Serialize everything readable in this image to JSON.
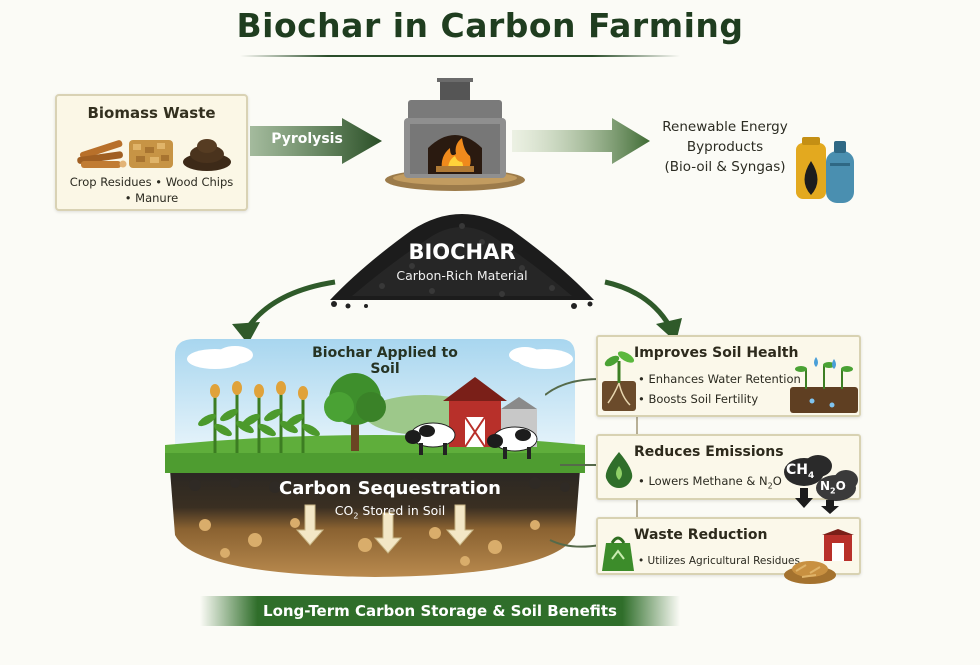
{
  "title": "Biochar in Carbon Farming",
  "biomass": {
    "title": "Biomass Waste",
    "line1": "Crop Residues • Wood Chips",
    "line2": "• Manure",
    "icons": [
      "wood-logs-icon",
      "wood-chips-icon",
      "manure-icon"
    ]
  },
  "pyrolysis": {
    "label": "Pyrolysis",
    "icon": "kiln-icon"
  },
  "energy": {
    "line1": "Renewable Energy",
    "line2": "Byproducts",
    "line3": "(Bio-oil & Syngas)",
    "icons": [
      "oil-drop-icon",
      "gas-cylinder-icon"
    ]
  },
  "biochar": {
    "title": "BIOCHAR",
    "subtitle": "Carbon-Rich Material"
  },
  "soil": {
    "applied_label": "Biochar Applied to Soil",
    "sequestration_title": "Carbon Sequestration",
    "stored_prefix": "CO",
    "stored_sub": "2",
    "stored_suffix": " Stored in Soil"
  },
  "benefits": [
    {
      "title": "Improves Soil Health",
      "items": [
        "• Enhances Water Retention",
        "• Boosts Soil Fertility"
      ],
      "icon": "seedling-icon"
    },
    {
      "title": "Reduces Emissions",
      "item_prefix": "• Lowers Methane & N",
      "item_sub": "2",
      "item_suffix": "O",
      "gas1": "CH",
      "gas1_sub": "4",
      "gas2": "N",
      "gas2_sub": "2",
      "gas2_suffix": "O",
      "icon": "leaf-drop-icon"
    },
    {
      "title": "Waste Reduction",
      "items": [
        "• Utilizes Agricultural Residues"
      ],
      "icon": "recycle-bag-icon"
    }
  ],
  "banner": "Long-Term Carbon Storage & Soil Benefits",
  "colors": {
    "title": "#1f3d1f",
    "arrow_green": "#2f5a2a",
    "banner_green": "#2f6e2a",
    "card_bg": "#fbf7e6",
    "biochar_black": "#1c1c1c"
  }
}
